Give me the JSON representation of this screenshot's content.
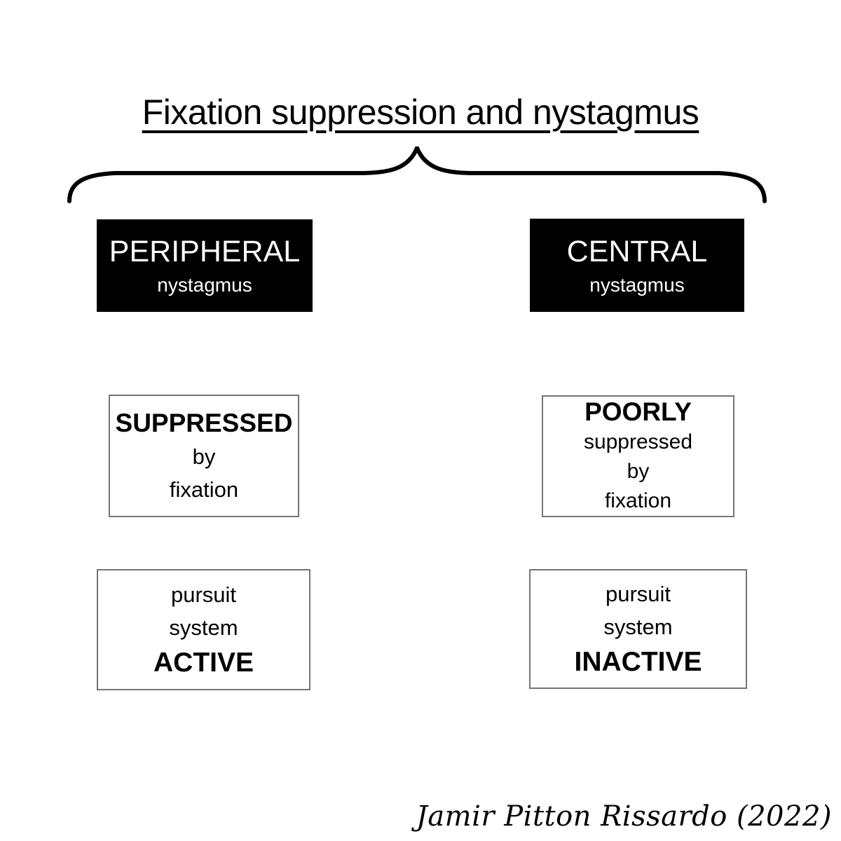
{
  "title": "Fixation suppression and nystagmus",
  "columns": {
    "peripheral": {
      "header": "PERIPHERAL",
      "header_sub": "nystagmus",
      "suppression": [
        "SUPPRESSED",
        "by",
        "fixation"
      ],
      "pursuit": [
        "pursuit",
        "system",
        "ACTIVE"
      ]
    },
    "central": {
      "header": "CENTRAL",
      "header_sub": "nystagmus",
      "suppression": [
        "POORLY",
        "suppressed",
        "by",
        "fixation"
      ],
      "pursuit": [
        "pursuit",
        "system",
        "INACTIVE"
      ]
    }
  },
  "signature": "Jamir Pitton Rissardo (2022)",
  "colors": {
    "ink": "#000000",
    "header_bg": "#000000",
    "header_text": "#ffffff",
    "box_border": "#757575",
    "background": "#ffffff"
  }
}
